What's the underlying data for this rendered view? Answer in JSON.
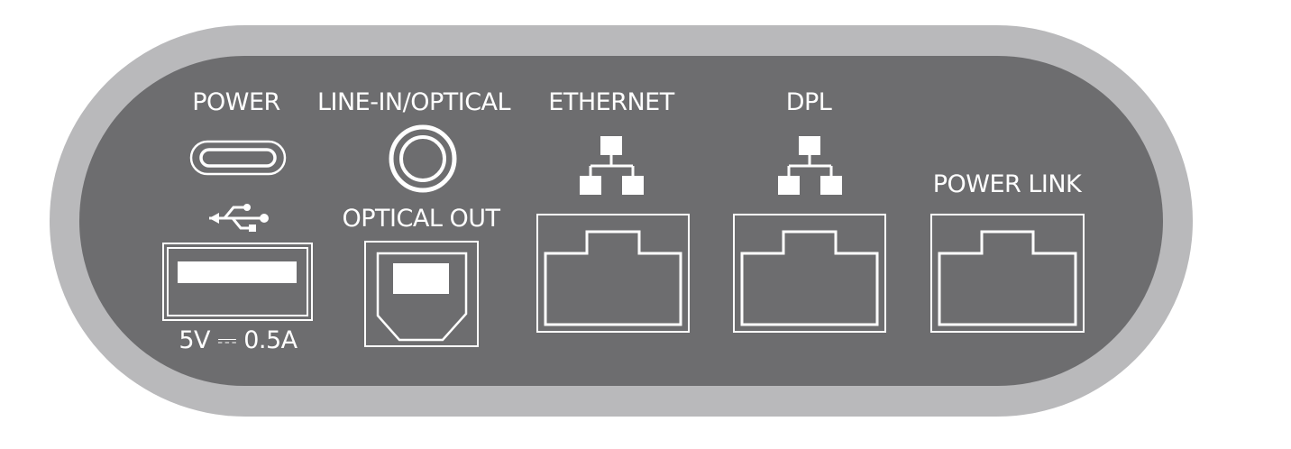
{
  "colors": {
    "outer_frame": "#b9b9bb",
    "inner_panel": "#6d6d6f",
    "port_line": "#ffffff",
    "background": "#ffffff"
  },
  "ports": {
    "power": {
      "label": "POWER",
      "icon": "usb-c-port-icon"
    },
    "usb": {
      "icon": "usb-symbol-icon",
      "rating": "5V ⎓ 0.5A"
    },
    "line_in": {
      "label": "LINE-IN/OPTICAL",
      "icon": "audio-jack-icon"
    },
    "optical_out": {
      "label": "OPTICAL OUT",
      "icon": "toslink-port-icon"
    },
    "ethernet": {
      "label": "ETHERNET",
      "icon": "network-icon"
    },
    "dpl": {
      "label": "DPL",
      "icon": "network-icon"
    },
    "power_link": {
      "label": "POWER LINK"
    }
  }
}
